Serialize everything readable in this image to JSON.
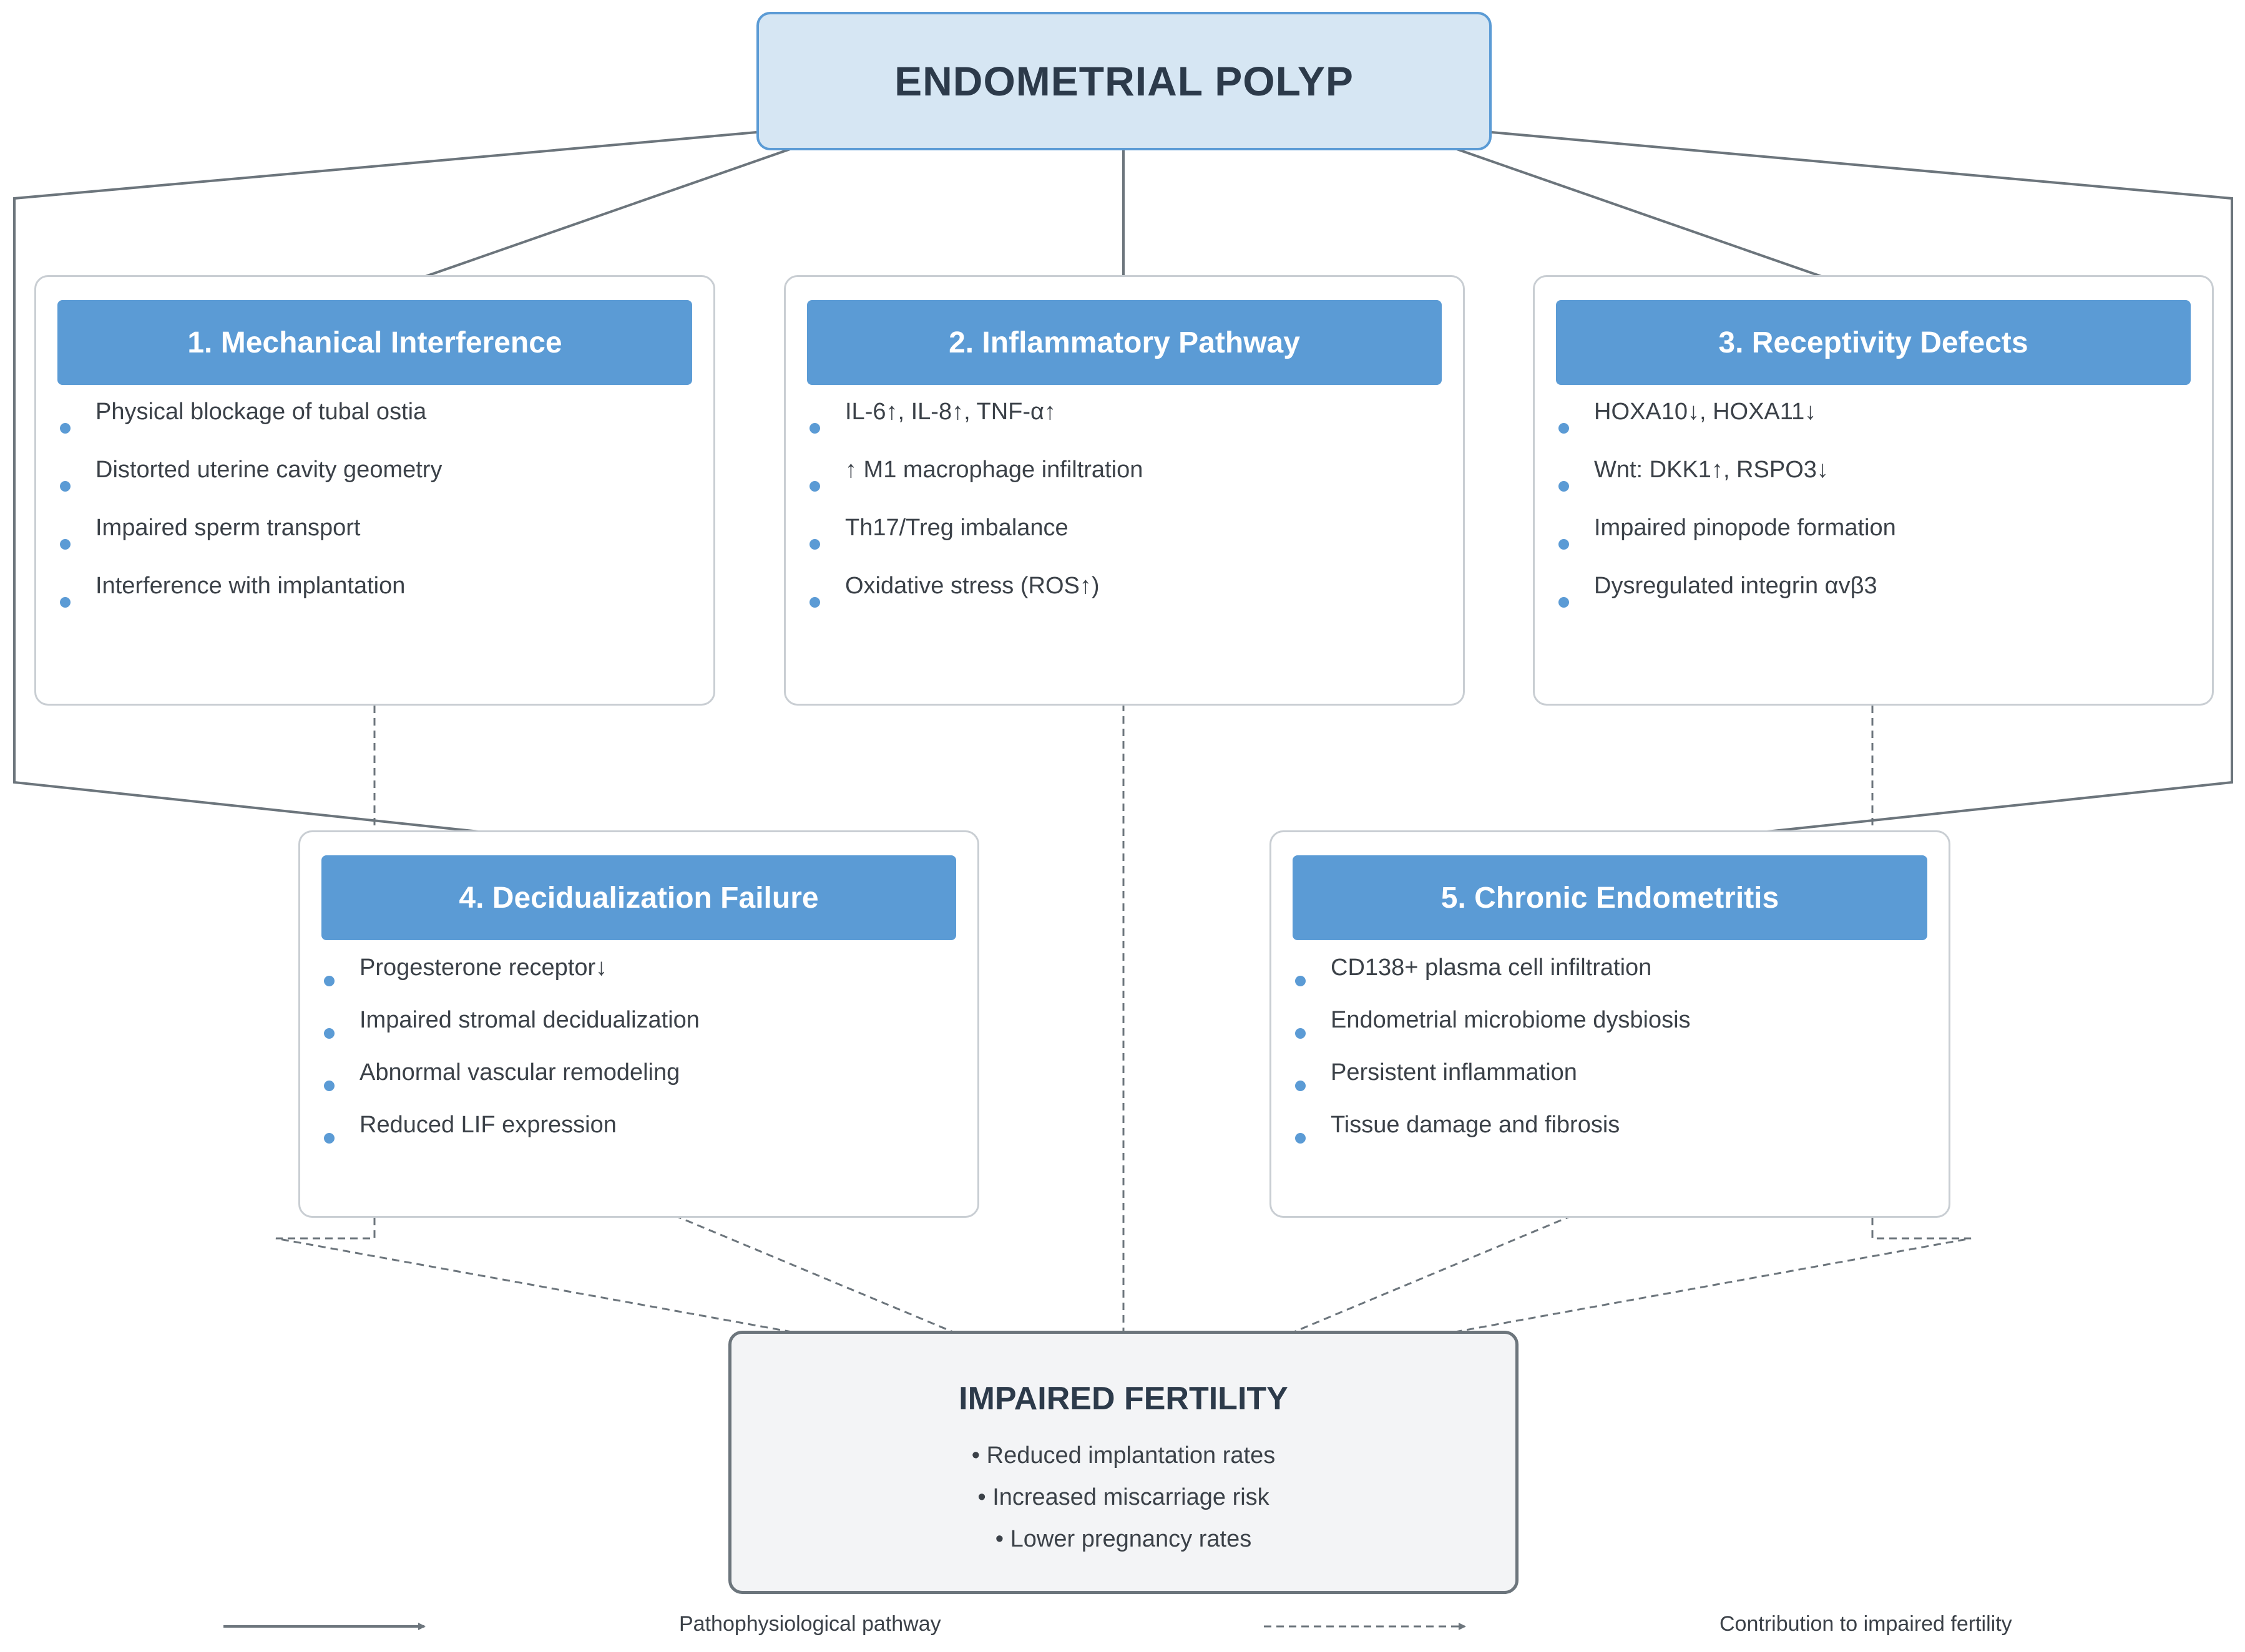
{
  "colors": {
    "accent": "#5b9bd5",
    "top_fill": "#d6e6f3",
    "connector": "#6c757c",
    "card_border": "#c9ced3"
  },
  "polyp": {
    "title": "ENDOTHELIAL_PLACEHOLDER"
  },
  "cards": [
    {
      "title": "1. Mechanical Interference",
      "items": [
        "Physical blockage of tubal ostia",
        "Distorted uterine cavity geometry",
        "Impaired sperm transport",
        "Interference with implantation"
      ]
    },
    {
      "title": "2. Inflammatory Pathway",
      "items": [
        "IL-6↑, IL-8↑, TNF-α↑",
        "↑ M1 macrophage infiltration",
        "Th17/Treg imbalance",
        "Oxidative stress (ROS↑)"
      ]
    },
    {
      "title": "3. Receptivity Defects",
      "items": [
        "HOXA10↓, HOXA11↓",
        "Wnt: DKK1↑, RSPO3↓",
        "Impaired pinopode formation",
        "Dysregulated integrin αvβ3"
      ]
    },
    {
      "title": "4. Decidualization Failure",
      "items": [
        "Progesterone receptor↓",
        "Impaired stromal decidualization",
        "Abnormal vascular remodeling",
        "Reduced LIF expression"
      ]
    },
    {
      "title": "5. Chronic Endometritis",
      "items": [
        "CD138+ plasma cell infiltration",
        "Endometrial microbiome dysbiosis",
        "Persistent inflammation",
        "Tissue damage and fibrosis"
      ]
    }
  ],
  "fertility": {
    "title": "IMPAIRED FERTILITY",
    "items": [
      "Reduced implantation rates",
      "Increased miscarriage risk",
      "Lower pregnancy rates"
    ]
  },
  "legend": {
    "solid": "Pathophysiological pathway",
    "dashed": "Contribution to impaired fertility"
  }
}
